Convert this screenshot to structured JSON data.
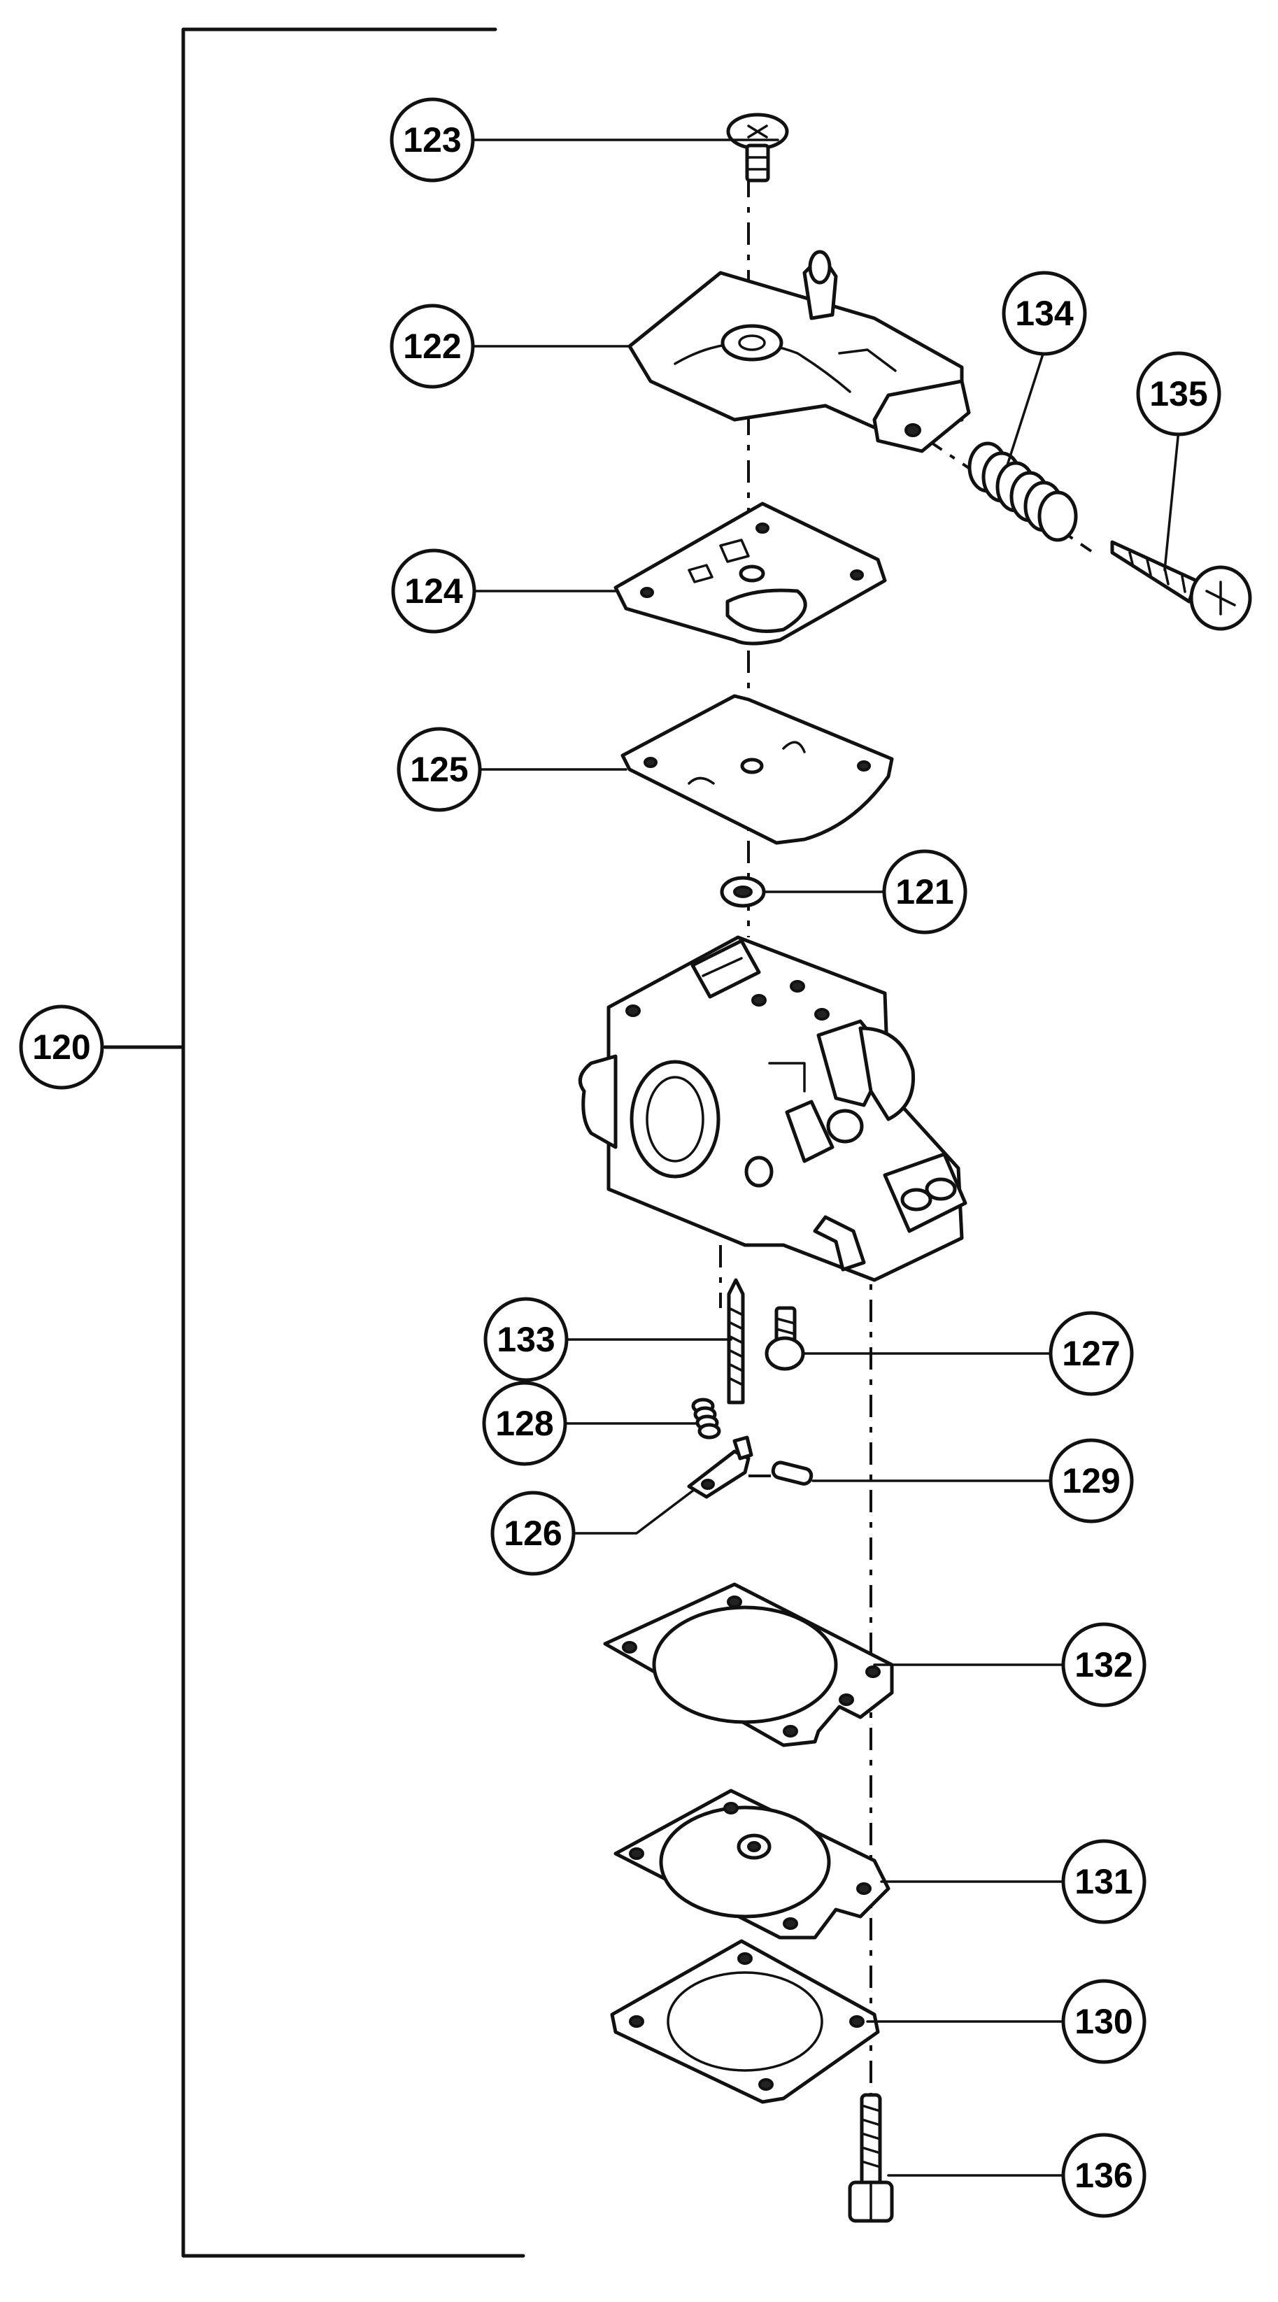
{
  "callouts": {
    "c120": "120",
    "c121": "121",
    "c122": "122",
    "c123": "123",
    "c124": "124",
    "c125": "125",
    "c126": "126",
    "c127": "127",
    "c128": "128",
    "c129": "129",
    "c130": "130",
    "c131": "131",
    "c132": "132",
    "c133": "133",
    "c134": "134",
    "c135": "135",
    "c136": "136"
  }
}
